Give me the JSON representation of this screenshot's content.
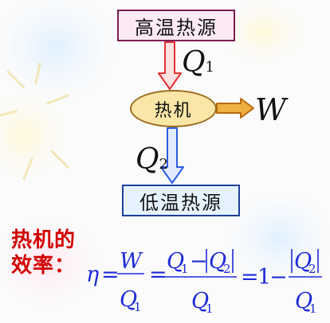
{
  "diagram": {
    "hot_source": "高温热源",
    "cold_source": "低温热源",
    "engine": "热机",
    "q1_letter": "Q",
    "q1_sub": "1",
    "q2_letter": "Q",
    "q2_sub": "2",
    "work": "W"
  },
  "efficiency": {
    "label_line1": "热机的",
    "label_line2": "效率：",
    "eta": "η",
    "eq": "=",
    "w": "W",
    "q": "Q",
    "sub1": "1",
    "sub2": "2",
    "minus": "−",
    "one": "1"
  },
  "colors": {
    "text_red": "#d20000",
    "formula_blue": "#1e2bd6",
    "hot_border": "#7a1c54",
    "cold_border": "#1c3f9a",
    "engine_fill": "#fae6a6",
    "arrow_down_1": "#e23030",
    "arrow_down_2": "#2b5be0",
    "arrow_right": "#e08a1a"
  }
}
